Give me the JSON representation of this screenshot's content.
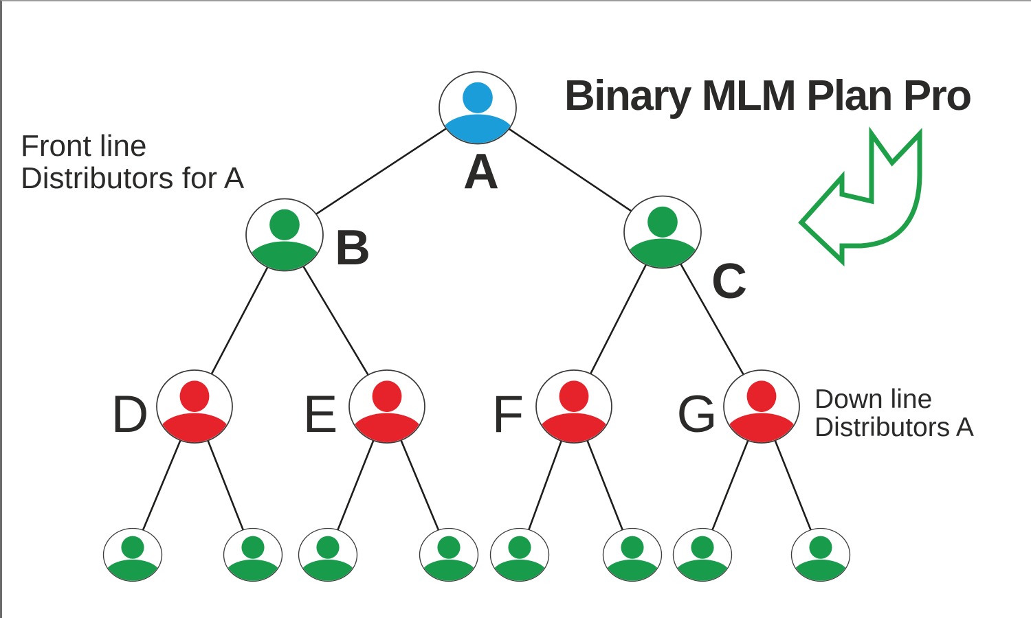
{
  "title": "Binary MLM Plan Pro",
  "annotations": {
    "front_line_1": "Front line",
    "front_line_2": "Distributors for A",
    "down_line_1": "Down line",
    "down_line_2": "Distributors A"
  },
  "nodes": {
    "a": {
      "label": "A"
    },
    "b": {
      "label": "B"
    },
    "c": {
      "label": "C"
    },
    "d": {
      "label": "D"
    },
    "e": {
      "label": "E"
    },
    "f": {
      "label": "F"
    },
    "g": {
      "label": "G"
    }
  },
  "colors": {
    "root_node": "#1B9DD9",
    "front_line_nodes": "#189B4A",
    "down_line_nodes": "#E6232A",
    "leaf_nodes": "#189B4A",
    "arrow": "#1EA048"
  }
}
